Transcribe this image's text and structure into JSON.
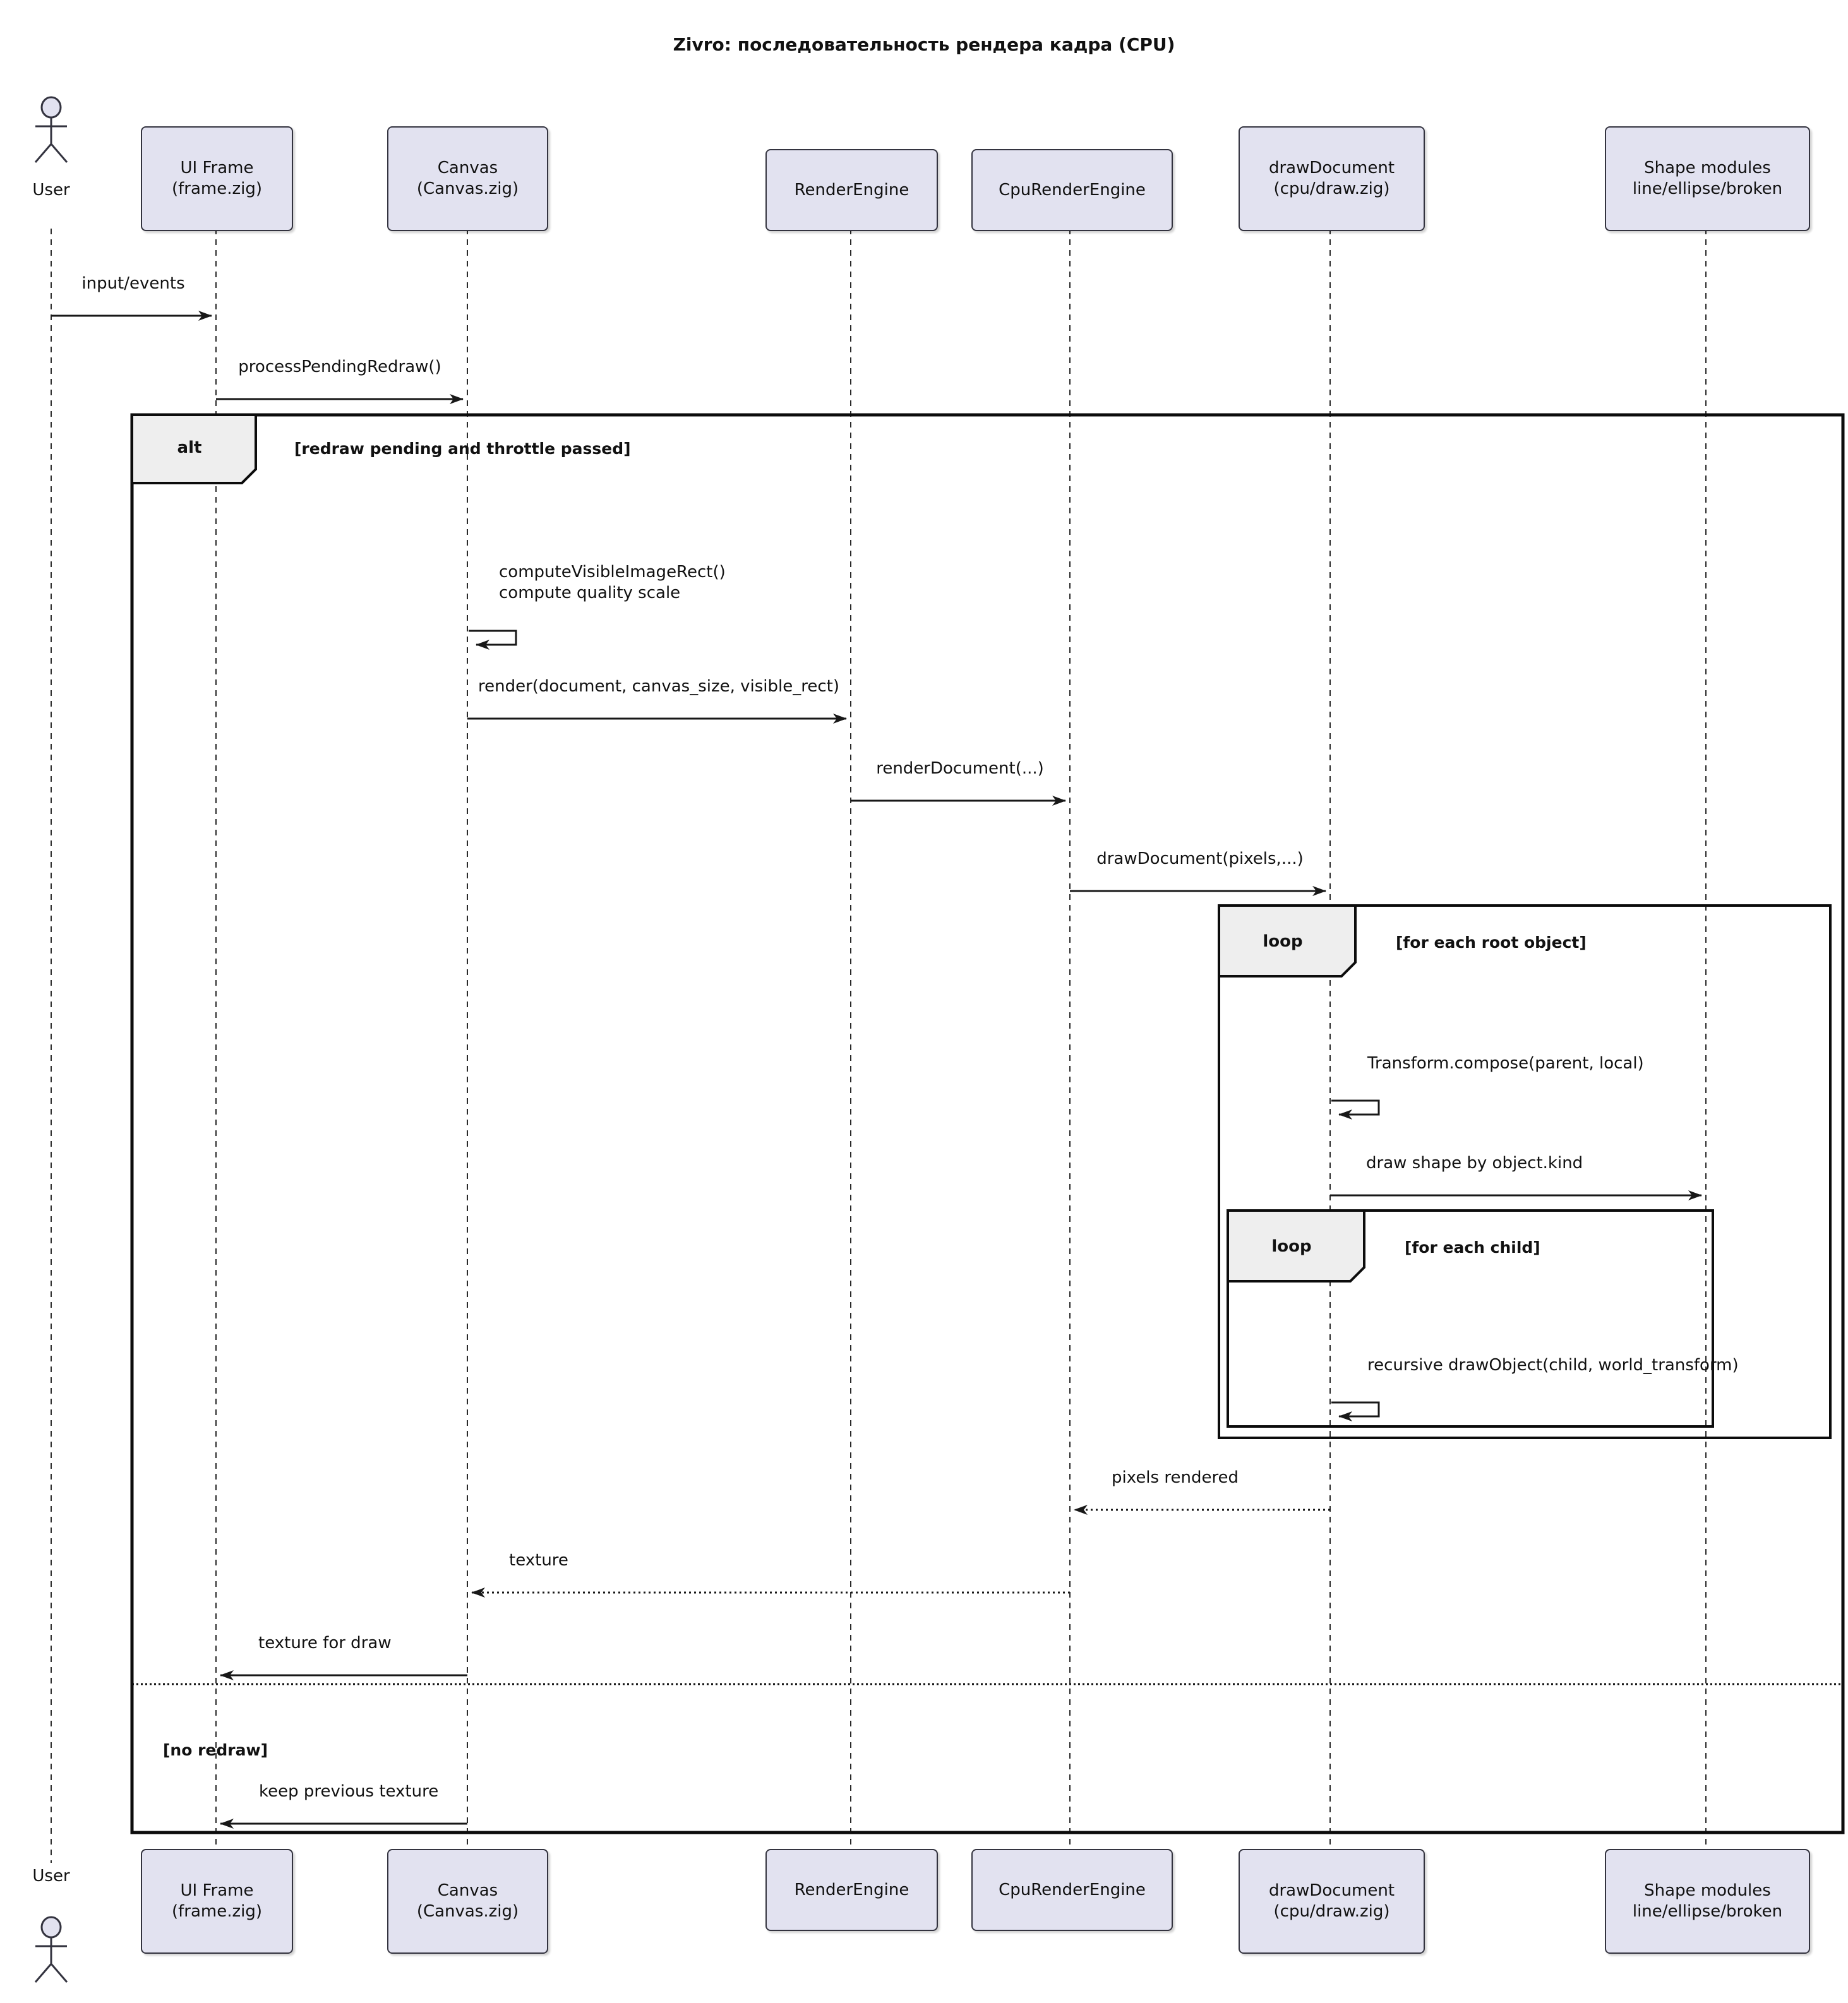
{
  "title": "Zivro: последовательность рендера кадра (CPU)",
  "actor": {
    "label": "User"
  },
  "participants": [
    {
      "id": "ui-frame",
      "label": "UI Frame\n(frame.zig)"
    },
    {
      "id": "canvas",
      "label": "Canvas\n(Canvas.zig)"
    },
    {
      "id": "render-engine",
      "label": "RenderEngine"
    },
    {
      "id": "cpu-render-engine",
      "label": "CpuRenderEngine"
    },
    {
      "id": "draw-document",
      "label": "drawDocument\n(cpu/draw.zig)"
    },
    {
      "id": "shape-modules",
      "label": "Shape modules\nline/ellipse/broken"
    }
  ],
  "fragments": {
    "alt": {
      "keyword": "alt",
      "guard": "[redraw pending and throttle passed]",
      "else_guard": "[no redraw]"
    },
    "loop_root": {
      "keyword": "loop",
      "guard": "[for each root object]"
    },
    "loop_child": {
      "keyword": "loop",
      "guard": "[for each child]"
    }
  },
  "messages": {
    "input_events": "input/events",
    "process_pending_redraw": "processPendingRedraw()",
    "compute_visible_rect": "computeVisibleImageRect()\ncompute quality scale",
    "render_call": "render(document, canvas_size, visible_rect)",
    "render_document": "renderDocument(...)",
    "draw_document": "drawDocument(pixels,...)",
    "transform_compose": "Transform.compose(parent, local)",
    "draw_shape": "draw shape by object.kind",
    "recursive_draw": "recursive drawObject(child, world_transform)",
    "pixels_rendered": "pixels rendered",
    "texture": "texture",
    "texture_for_draw": "texture for draw",
    "keep_previous_texture": "keep previous texture"
  },
  "colors": {
    "participant_fill": "#E2E2F0",
    "fragment_label_fill": "#EEEEEE",
    "stroke": "#181818"
  }
}
